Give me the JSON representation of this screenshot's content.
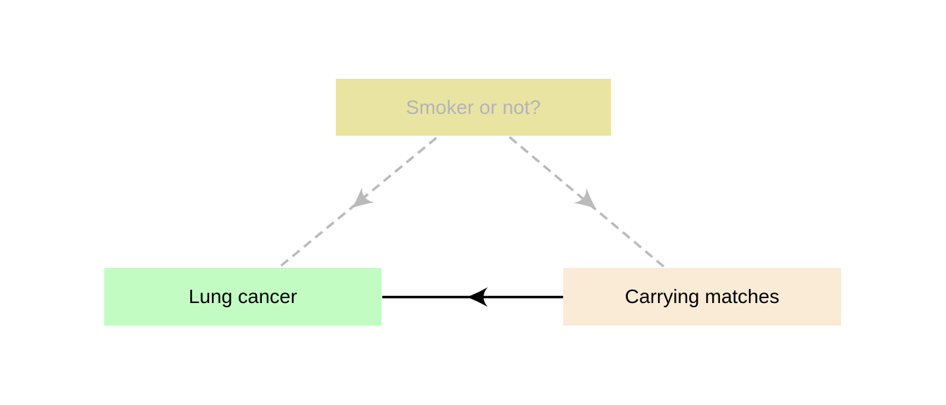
{
  "diagram": {
    "background_color": "#ffffff",
    "nodes": [
      {
        "id": "smoker",
        "label": "Smoker or not?",
        "fill_color": "#e9e4a1",
        "text_color": "#b3b3bb"
      },
      {
        "id": "lung-cancer",
        "label": "Lung cancer",
        "fill_color": "#c3fcc3",
        "text_color": "#000000"
      },
      {
        "id": "carrying-matches",
        "label": "Carrying matches",
        "fill_color": "#faebd7",
        "text_color": "#000000"
      }
    ],
    "edges": [
      {
        "from": "smoker",
        "to": "lung-cancer",
        "style": "dashed",
        "color": "#bbbbbb",
        "arrowhead": "curved-vee-at-midpoint"
      },
      {
        "from": "smoker",
        "to": "carrying-matches",
        "style": "dashed",
        "color": "#bbbbbb",
        "arrowhead": "curved-vee-at-midpoint"
      },
      {
        "from": "carrying-matches",
        "to": "lung-cancer",
        "style": "solid",
        "color": "#000000",
        "arrowhead": "curved-vee-at-midpoint"
      }
    ]
  }
}
